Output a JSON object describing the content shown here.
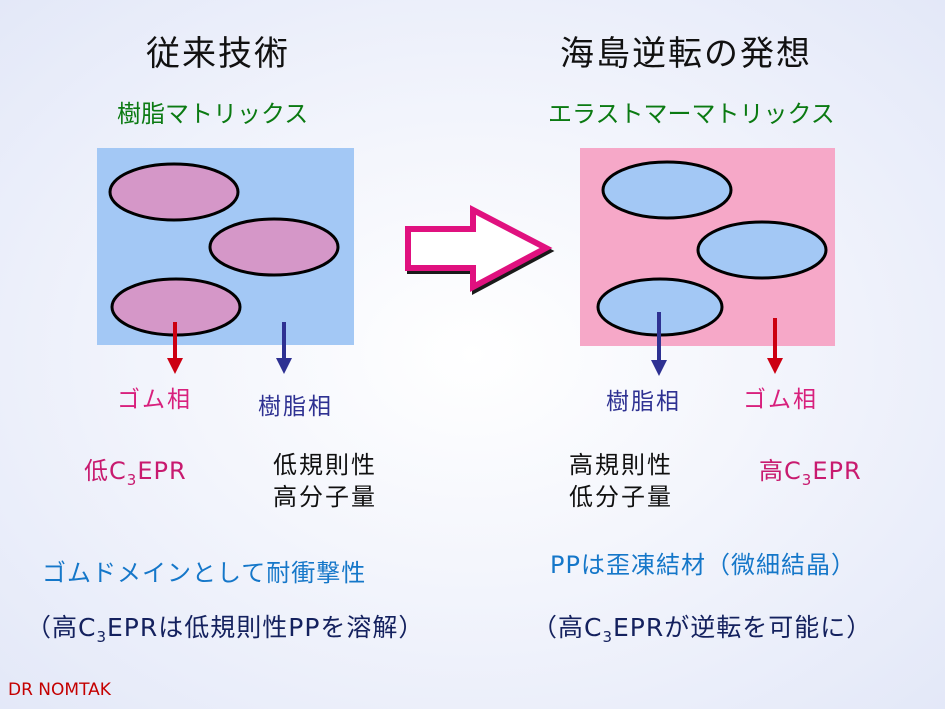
{
  "left": {
    "title": "従来技術",
    "matrix_label": "樹脂マトリックス",
    "matrix_color": "#a3c8f5",
    "domain_color": "#d597c8",
    "rubber_phase_label": "ゴム相",
    "resin_phase_label": "樹脂相",
    "epr_prefix": "低C",
    "epr_sub": "3",
    "epr_suffix": "EPR",
    "resin_props": [
      "低規則性",
      "高分子量"
    ],
    "feature": "ゴムドメインとして耐衝撃性",
    "note_prefix": "（高C",
    "note_sub": "3",
    "note_suffix": "EPRは低規則性PPを溶解）"
  },
  "right": {
    "title": "海島逆転の発想",
    "matrix_label": "エラストマーマトリックス",
    "matrix_color": "#f6a8c8",
    "domain_color": "#a3c8f5",
    "resin_phase_label": "樹脂相",
    "rubber_phase_label": "ゴム相",
    "resin_props": [
      "高規則性",
      "低分子量"
    ],
    "epr_prefix": "高C",
    "epr_sub": "3",
    "epr_suffix": "EPR",
    "feature": "PPは歪凍結材（微細結晶）",
    "note_prefix": "（高C",
    "note_sub": "3",
    "note_suffix": "EPRが逆転を可能に）"
  },
  "arrow": {
    "direction": "right",
    "color": "#e0117f"
  },
  "colors": {
    "rubber_arrow": "#cc0011",
    "resin_arrow": "#2e3192"
  },
  "credit": "DR NOMTAK"
}
